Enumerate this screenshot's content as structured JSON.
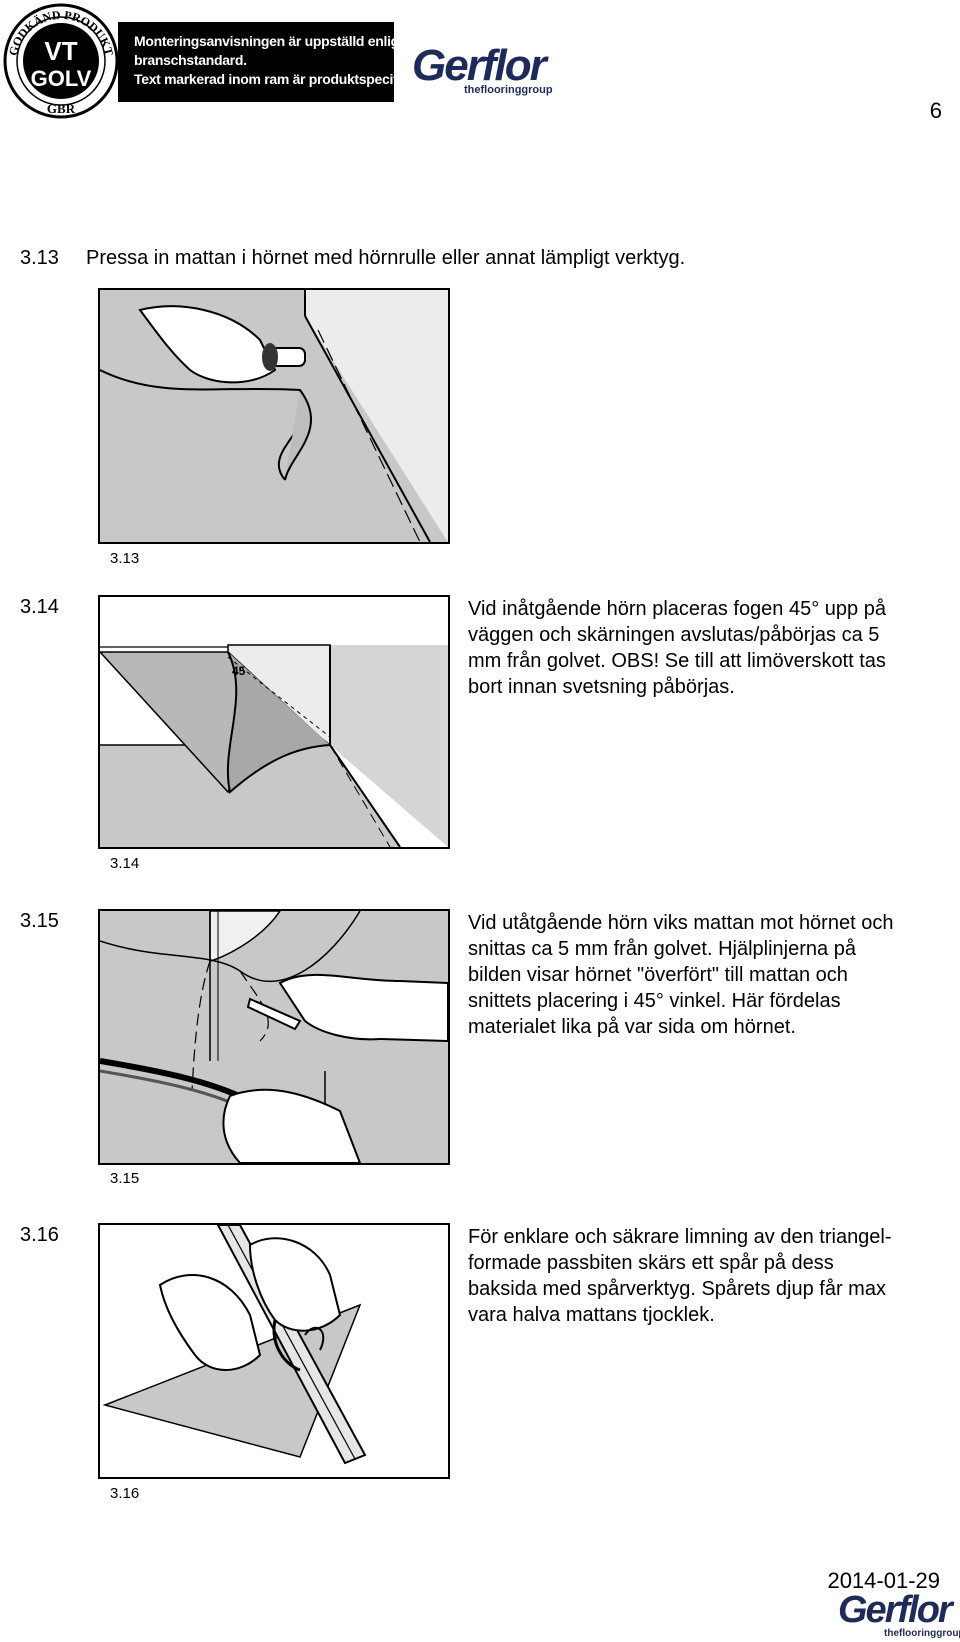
{
  "header": {
    "seal": {
      "top_text": "GODKÄND PRODUKT",
      "line1": "VT",
      "line2": "GOLV",
      "bottom_text": "GBR"
    },
    "banner_lines": [
      "Monteringsanvisningen är uppställd enligt GBR´s",
      "branschstandard.",
      "Text markerad inom ram är produktspecifik."
    ],
    "logo": {
      "name": "Gerflor",
      "tagline": "theflooringgroup",
      "color": "#1e2a5a"
    },
    "page_number": "6"
  },
  "sections": [
    {
      "number": "3.13",
      "heading": "Pressa in mattan i hörnet med hörnrulle eller annat lämpligt verktyg.",
      "caption": "3.13",
      "figure_icon": "corner-roller-illustration"
    },
    {
      "number": "3.14",
      "lines": [
        "Vid inåtgående hörn placeras fogen 45° upp på",
        "väggen och skärningen avslutas/påbörjas ca 5",
        "mm från golvet. OBS! Se till att limöverskott tas",
        "bort innan svetsning påbörjas."
      ],
      "caption": "3.14",
      "figure_label": "45",
      "figure_icon": "inside-corner-illustration"
    },
    {
      "number": "3.15",
      "lines": [
        "Vid utåtgående hörn viks mattan mot hörnet och",
        "snittas ca 5 mm från golvet. Hjälplinjerna på",
        "bilden visar hörnet \"överfört\" till mattan och",
        "snittets placering i 45° vinkel. Här fördelas",
        "materialet lika på var sida om hörnet."
      ],
      "caption": "3.15",
      "figure_icon": "outside-corner-illustration"
    },
    {
      "number": "3.16",
      "lines": [
        "För enklare och säkrare limning av den triangel-",
        "formade passbiten skärs ett spår på dess",
        "baksida med spårverktyg. Spårets djup får max",
        "vara halva mattans tjocklek."
      ],
      "caption": "3.16",
      "figure_icon": "groove-tool-illustration"
    }
  ],
  "footer": {
    "date": "2014-01-29",
    "logo": {
      "name": "Gerflor",
      "tagline": "theflooringgroup"
    }
  },
  "colors": {
    "floor_gray": "#c8c8c8",
    "wall_gray": "#e6e6e6",
    "ink": "#000000"
  }
}
